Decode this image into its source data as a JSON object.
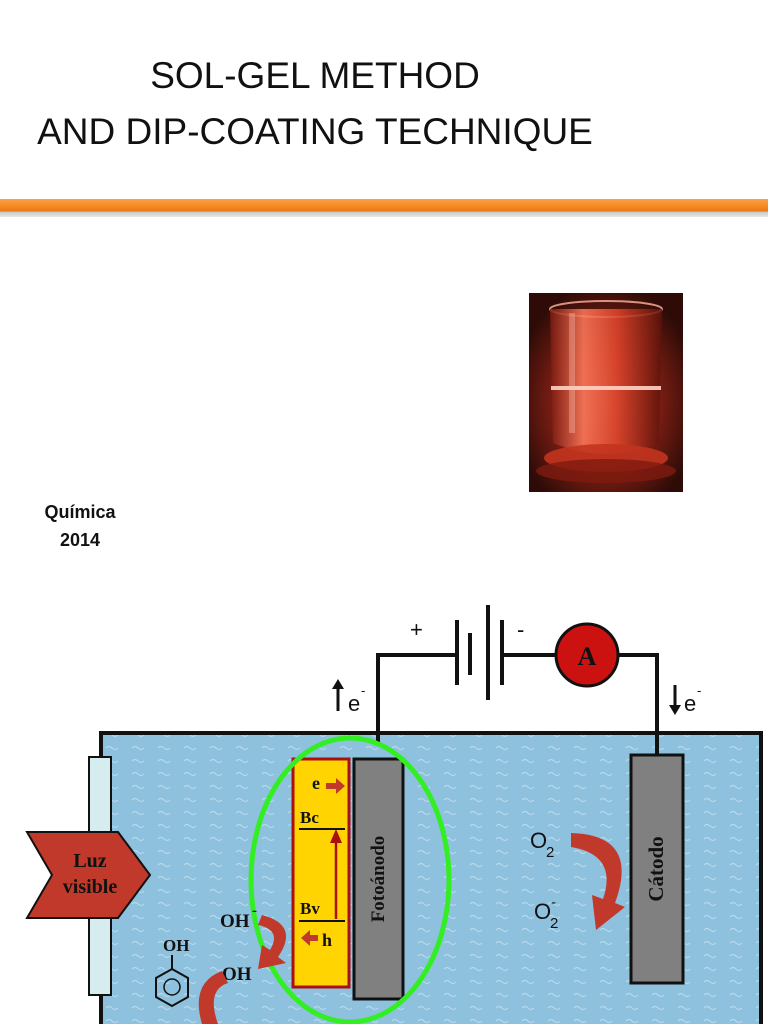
{
  "title": {
    "line1": "SOL-GEL METHOD",
    "line2": "AND DIP-COATING TECHNIQUE"
  },
  "caption": {
    "line1": "Química",
    "line2": "2014"
  },
  "colors": {
    "accent_bar": "#f58a1f",
    "water": "#8ec1dd",
    "highlight_ring": "#33ee22",
    "semiconductor": "#ffd400",
    "electrode": "#808080",
    "ammeter": "#cc1111",
    "arrow": "#c0392b"
  },
  "diagram": {
    "plus": "+",
    "minus": "-",
    "ammeter": "A",
    "electron_left": "e",
    "electron_right": "e",
    "electron_sup": "-",
    "light_line1": "Luz",
    "light_line2": "visible",
    "anode": "Fotoánodo",
    "cathode": "Cátodo",
    "e_label": "e",
    "bc": "Bc",
    "bv": "Bv",
    "h_label": "h",
    "o2": "O",
    "o2_sub": "2",
    "o2_radical": "O",
    "o2_radical_sub": "2",
    "oh_minus": "OH",
    "oh_radical": "OH",
    "phenol_oh": "OH"
  }
}
